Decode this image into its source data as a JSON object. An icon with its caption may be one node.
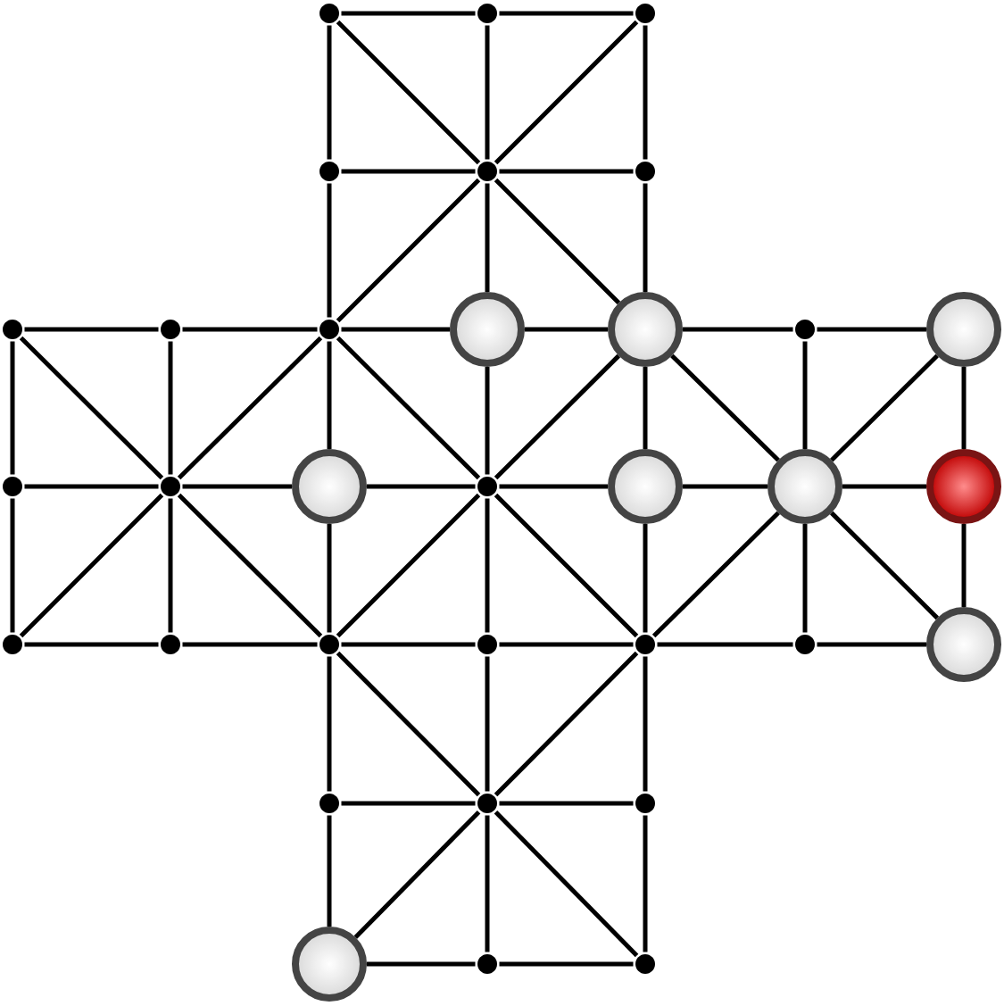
{
  "diagram": {
    "nodes": [
      {
        "text": [],
        "shape": "dot"
      },
      {
        "text": [],
        "shape": "dot"
      },
      {
        "text": [],
        "shape": "dot"
      },
      {
        "text": [],
        "shape": "dot"
      },
      {
        "text": [],
        "shape": "dot"
      },
      {
        "text": [],
        "shape": "dot"
      },
      {
        "text": [],
        "shape": "dot"
      },
      {
        "text": [],
        "shape": "dot"
      },
      {
        "text": [],
        "shape": "dot"
      },
      {
        "text": [],
        "shape": "circle"
      },
      {
        "text": [],
        "shape": "circle"
      },
      {
        "text": [],
        "shape": "dot"
      },
      {
        "text": [],
        "shape": "circle"
      },
      {
        "text": [],
        "shape": "dot"
      },
      {
        "text": [],
        "shape": "dot"
      },
      {
        "text": [],
        "shape": "circle"
      },
      {
        "text": [],
        "shape": "dot"
      },
      {
        "text": [],
        "shape": "circle"
      },
      {
        "text": [],
        "shape": "circle"
      },
      {
        "text": [],
        "shape": "ball"
      },
      {
        "text": [],
        "shape": "dot"
      },
      {
        "text": [],
        "shape": "dot"
      },
      {
        "text": [],
        "shape": "dot"
      },
      {
        "text": [],
        "shape": "dot"
      },
      {
        "text": [],
        "shape": "dot"
      },
      {
        "text": [],
        "shape": "dot"
      },
      {
        "text": [],
        "shape": "circle"
      },
      {
        "text": [],
        "shape": "dot"
      },
      {
        "text": [],
        "shape": "dot"
      },
      {
        "text": [],
        "shape": "dot"
      },
      {
        "text": [],
        "shape": "circle"
      },
      {
        "text": [],
        "shape": "dot"
      },
      {
        "text": [],
        "shape": "dot"
      }
    ],
    "edges": [
      {
        "from": 0,
        "to": 1,
        "arrow": "none"
      },
      {
        "from": 1,
        "to": 2,
        "arrow": "none"
      },
      {
        "from": 3,
        "to": 4,
        "arrow": "none"
      },
      {
        "from": 4,
        "to": 5,
        "arrow": "none"
      },
      {
        "from": 6,
        "to": 7,
        "arrow": "none"
      },
      {
        "from": 7,
        "to": 8,
        "arrow": "none"
      },
      {
        "from": 8,
        "to": 9,
        "arrow": "none"
      },
      {
        "from": 9,
        "to": 10,
        "arrow": "none"
      },
      {
        "from": 10,
        "to": 11,
        "arrow": "none"
      },
      {
        "from": 11,
        "to": 12,
        "arrow": "none"
      },
      {
        "from": 13,
        "to": 14,
        "arrow": "none"
      },
      {
        "from": 14,
        "to": 15,
        "arrow": "none"
      },
      {
        "from": 15,
        "to": 16,
        "arrow": "none"
      },
      {
        "from": 16,
        "to": 17,
        "arrow": "none"
      },
      {
        "from": 17,
        "to": 18,
        "arrow": "none"
      },
      {
        "from": 18,
        "to": 19,
        "arrow": "none"
      },
      {
        "from": 20,
        "to": 21,
        "arrow": "none"
      },
      {
        "from": 21,
        "to": 22,
        "arrow": "none"
      },
      {
        "from": 22,
        "to": 23,
        "arrow": "none"
      },
      {
        "from": 23,
        "to": 24,
        "arrow": "none"
      },
      {
        "from": 24,
        "to": 25,
        "arrow": "none"
      },
      {
        "from": 25,
        "to": 26,
        "arrow": "none"
      },
      {
        "from": 27,
        "to": 28,
        "arrow": "none"
      },
      {
        "from": 28,
        "to": 29,
        "arrow": "none"
      },
      {
        "from": 30,
        "to": 31,
        "arrow": "none"
      },
      {
        "from": 31,
        "to": 32,
        "arrow": "none"
      },
      {
        "from": 0,
        "to": 3,
        "arrow": "none"
      },
      {
        "from": 3,
        "to": 8,
        "arrow": "none"
      },
      {
        "from": 8,
        "to": 15,
        "arrow": "none"
      },
      {
        "from": 15,
        "to": 22,
        "arrow": "none"
      },
      {
        "from": 22,
        "to": 27,
        "arrow": "none"
      },
      {
        "from": 27,
        "to": 30,
        "arrow": "none"
      },
      {
        "from": 1,
        "to": 4,
        "arrow": "none"
      },
      {
        "from": 4,
        "to": 9,
        "arrow": "none"
      },
      {
        "from": 9,
        "to": 16,
        "arrow": "none"
      },
      {
        "from": 16,
        "to": 23,
        "arrow": "none"
      },
      {
        "from": 23,
        "to": 28,
        "arrow": "none"
      },
      {
        "from": 28,
        "to": 31,
        "arrow": "none"
      },
      {
        "from": 2,
        "to": 5,
        "arrow": "none"
      },
      {
        "from": 5,
        "to": 10,
        "arrow": "none"
      },
      {
        "from": 10,
        "to": 17,
        "arrow": "none"
      },
      {
        "from": 17,
        "to": 24,
        "arrow": "none"
      },
      {
        "from": 24,
        "to": 29,
        "arrow": "none"
      },
      {
        "from": 29,
        "to": 32,
        "arrow": "none"
      },
      {
        "from": 6,
        "to": 13,
        "arrow": "none"
      },
      {
        "from": 13,
        "to": 20,
        "arrow": "none"
      },
      {
        "from": 7,
        "to": 14,
        "arrow": "none"
      },
      {
        "from": 14,
        "to": 21,
        "arrow": "none"
      },
      {
        "from": 11,
        "to": 18,
        "arrow": "none"
      },
      {
        "from": 18,
        "to": 25,
        "arrow": "none"
      },
      {
        "from": 12,
        "to": 19,
        "arrow": "none"
      },
      {
        "from": 19,
        "to": 26,
        "arrow": "none"
      },
      {
        "from": 0,
        "to": 4,
        "arrow": "none"
      },
      {
        "from": 2,
        "to": 4,
        "arrow": "none"
      },
      {
        "from": 4,
        "to": 8,
        "arrow": "none"
      },
      {
        "from": 4,
        "to": 10,
        "arrow": "none"
      },
      {
        "from": 6,
        "to": 14,
        "arrow": "none"
      },
      {
        "from": 8,
        "to": 14,
        "arrow": "none"
      },
      {
        "from": 8,
        "to": 16,
        "arrow": "none"
      },
      {
        "from": 10,
        "to": 16,
        "arrow": "none"
      },
      {
        "from": 10,
        "to": 18,
        "arrow": "none"
      },
      {
        "from": 12,
        "to": 18,
        "arrow": "none"
      },
      {
        "from": 14,
        "to": 20,
        "arrow": "none"
      },
      {
        "from": 14,
        "to": 22,
        "arrow": "none"
      },
      {
        "from": 16,
        "to": 22,
        "arrow": "none"
      },
      {
        "from": 16,
        "to": 24,
        "arrow": "none"
      },
      {
        "from": 18,
        "to": 24,
        "arrow": "none"
      },
      {
        "from": 18,
        "to": 26,
        "arrow": "none"
      },
      {
        "from": 22,
        "to": 28,
        "arrow": "none"
      },
      {
        "from": 24,
        "to": 28,
        "arrow": "none"
      },
      {
        "from": 28,
        "to": 30,
        "arrow": "none"
      },
      {
        "from": 28,
        "to": 32,
        "arrow": "none"
      }
    ]
  }
}
